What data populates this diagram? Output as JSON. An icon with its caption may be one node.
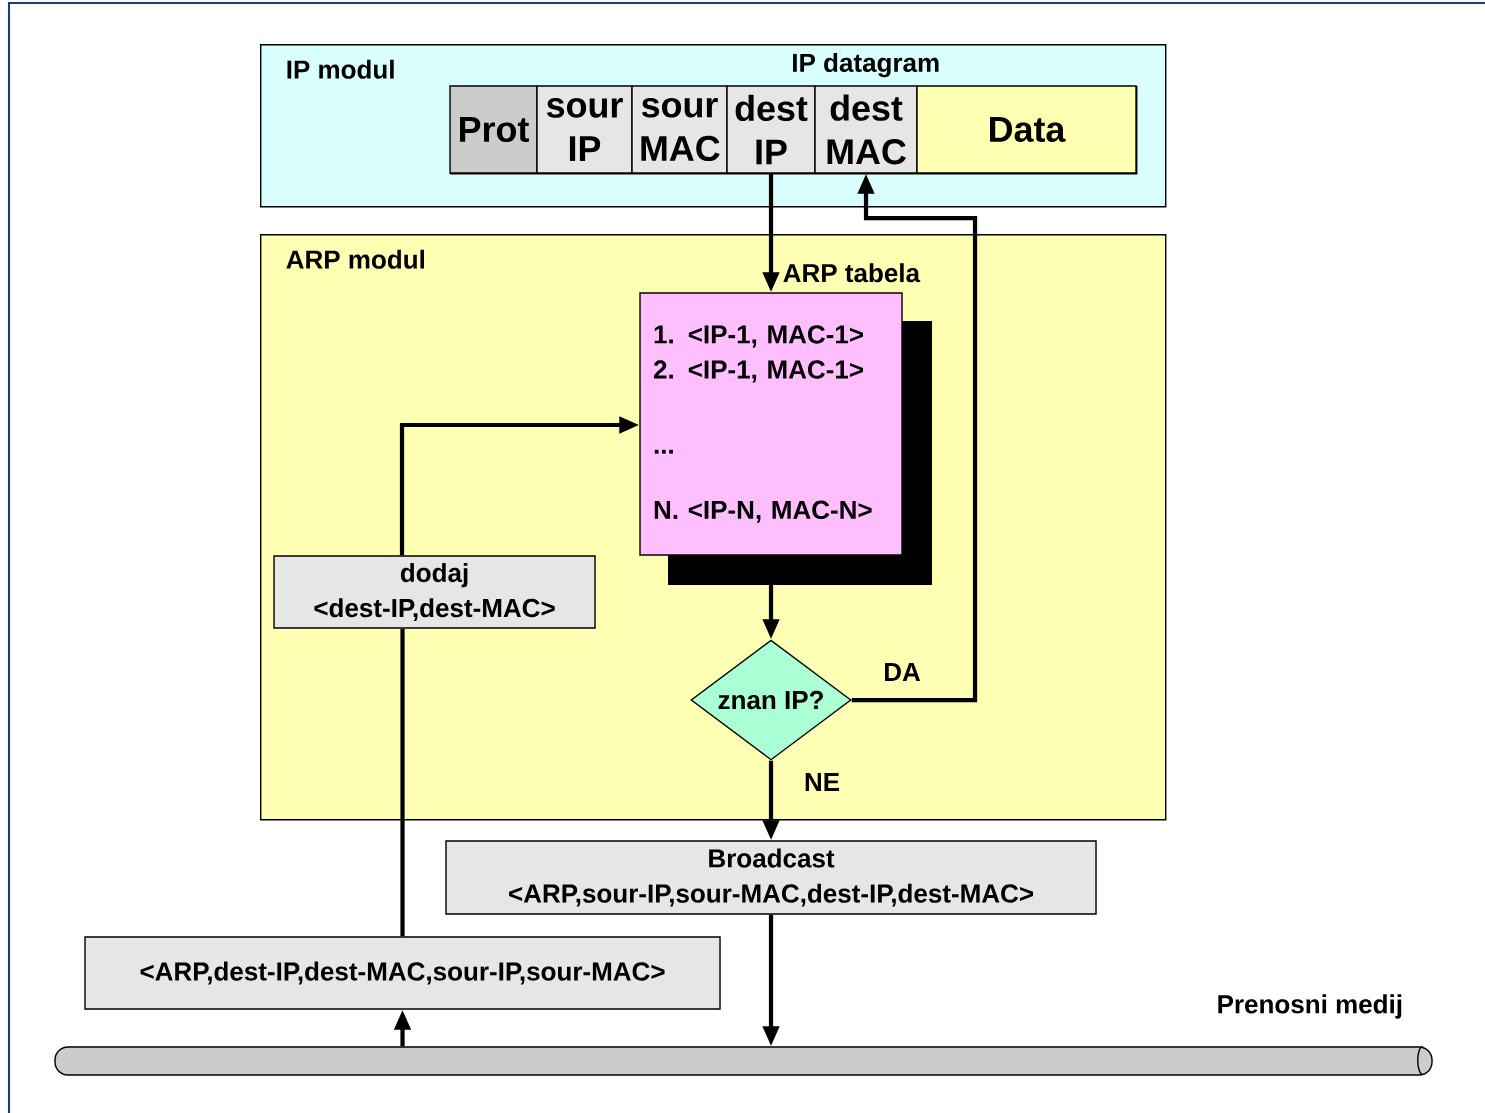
{
  "diagram": {
    "nodes": [
      {
        "text": [
          "IP modul"
        ]
      },
      {
        "text": [
          "IP datagram"
        ],
        "in": 0
      },
      {
        "text": [
          "Prot"
        ],
        "in": 1
      },
      {
        "text": [
          "sour IP"
        ],
        "in": 1
      },
      {
        "text": [
          "sour MAC"
        ],
        "in": 1
      },
      {
        "text": [
          "dest IP"
        ],
        "in": 1
      },
      {
        "text": [
          "dest MAC"
        ],
        "in": 1
      },
      {
        "text": [
          "Data"
        ],
        "in": 1
      },
      {
        "text": [
          "ARP modul"
        ]
      },
      {
        "text": [
          "ARP tabela",
          "1. <IP-1, MAC-1>",
          "2. <IP-1, MAC-1>",
          "...",
          "N. <IP-N, MAC-N>"
        ],
        "in": 8
      },
      {
        "text": [
          "dodaj <dest-IP,dest-MAC>"
        ],
        "in": 8
      },
      {
        "text": [
          "znan IP?"
        ],
        "in": 8
      },
      {
        "text": [
          "Broadcast <ARP,sour-IP,sour-MAC,dest-IP,dest-MAC>"
        ]
      },
      {
        "text": [
          "<ARP,dest-IP,dest-MAC,sour-IP,sour-MAC>"
        ]
      },
      {
        "text": [],
        "shape": "cylinder",
        "beside": [
          "Prenosni medij"
        ]
      }
    ],
    "edges": [
      {
        "from": 5,
        "to": 9,
        "arrow": "to"
      },
      {
        "from": 9,
        "to": 11,
        "arrow": "to"
      },
      {
        "from": 11,
        "to": 6,
        "arrow": "to",
        "label": "DA"
      },
      {
        "from": 11,
        "to": 12,
        "arrow": "to",
        "label": "NE"
      },
      {
        "from": 12,
        "to": 14,
        "arrow": "to"
      },
      {
        "from": 14,
        "to": 13,
        "arrow": "to"
      },
      {
        "from": 13,
        "to": 10,
        "arrow": "none"
      },
      {
        "from": 10,
        "to": 9,
        "arrow": "to"
      }
    ]
  }
}
